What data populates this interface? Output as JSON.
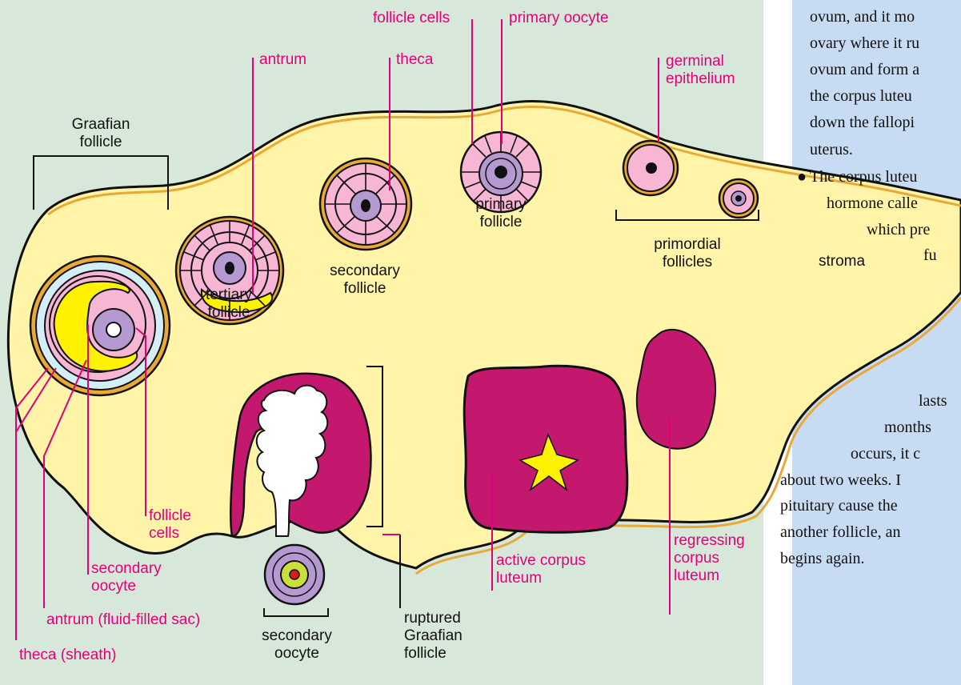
{
  "diagram": {
    "labels": {
      "follicle_cells_top": "follicle cells",
      "primary_oocyte": "primary oocyte",
      "antrum": "antrum",
      "theca": "theca",
      "germinal_epithelium": "germinal\nepithelium",
      "graafian_follicle": "Graafian\nfollicle",
      "primary_follicle": "primary\nfollicle",
      "secondary_follicle": "secondary\nfollicle",
      "tertiary_follicle": "tertiary\nfollicle",
      "primordial_follicles": "primordial\nfollicles",
      "stroma": "stroma",
      "follicle_cells_left": "follicle\ncells",
      "secondary_oocyte_left": "secondary\noocyte",
      "antrum_fluid": "antrum (fluid-filled sac)",
      "theca_sheath": "theca (sheath)",
      "secondary_oocyte_bottom": "secondary\noocyte",
      "ruptured_graafian": "ruptured\nGraafian\nfollicle",
      "active_corpus_luteum": "active corpus\nluteum",
      "regressing_corpus_luteum": "regressing\ncorpus\nluteum"
    },
    "colors": {
      "stroma": "#fff4a8",
      "follicle_cells": "#f7b6d4",
      "oocyte": "#b59ad2",
      "theca": "#e9a936",
      "antrum": "#fff200",
      "corpus_luteum": "#c4186f",
      "label_pink": "#e0007a"
    }
  },
  "text_panel": {
    "lines_top": [
      "ovum, and it mo",
      "ovary where it ru",
      "ovum and form a",
      "the corpus luteu",
      "down the fallopi",
      "uterus."
    ],
    "bullet_lines": [
      "The corpus luteu",
      "hormone calle",
      "which pre",
      "fu"
    ],
    "lines_bottom": [
      "lasts",
      "months",
      "occurs, it c",
      "about two weeks. I",
      "pituitary cause the",
      "another follicle, an",
      "begins again."
    ]
  }
}
